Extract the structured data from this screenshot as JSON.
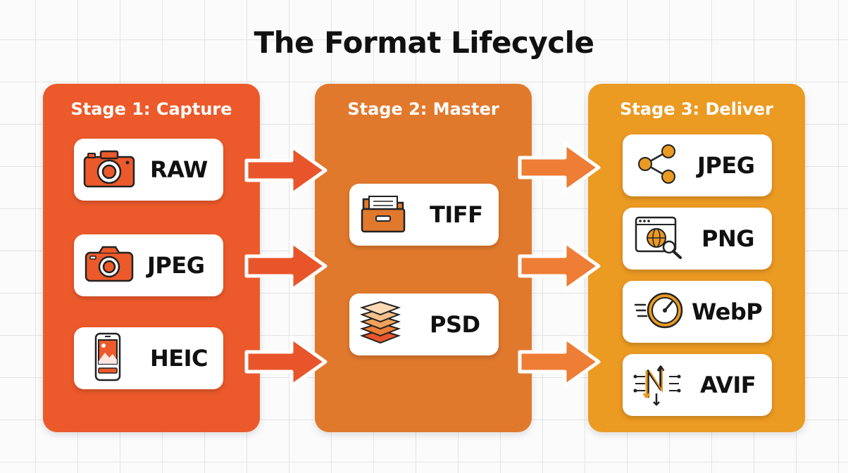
{
  "title": "The Format Lifecycle",
  "stages": [
    {
      "title": "Stage 1: Capture",
      "color": "#ec5a2b",
      "items": [
        {
          "label": "RAW",
          "icon": "dslr-camera-icon"
        },
        {
          "label": "JPEG",
          "icon": "camera-icon"
        },
        {
          "label": "HEIC",
          "icon": "smartphone-photo-icon"
        }
      ]
    },
    {
      "title": "Stage 2: Master",
      "color": "#e1792d",
      "items": [
        {
          "label": "TIFF",
          "icon": "archive-box-icon"
        },
        {
          "label": "PSD",
          "icon": "layers-icon"
        }
      ]
    },
    {
      "title": "Stage 3: Deliver",
      "color": "#eb9a22",
      "items": [
        {
          "label": "JPEG",
          "icon": "share-icon"
        },
        {
          "label": "PNG",
          "icon": "web-search-icon"
        },
        {
          "label": "WebP",
          "icon": "speedometer-icon"
        },
        {
          "label": "AVIF",
          "icon": "chip-arrows-icon"
        }
      ]
    }
  ],
  "colors": {
    "icon_stroke": "#222222",
    "arrow_fill": "#e8552a",
    "arrow_fill_light": "#ee7d35"
  }
}
